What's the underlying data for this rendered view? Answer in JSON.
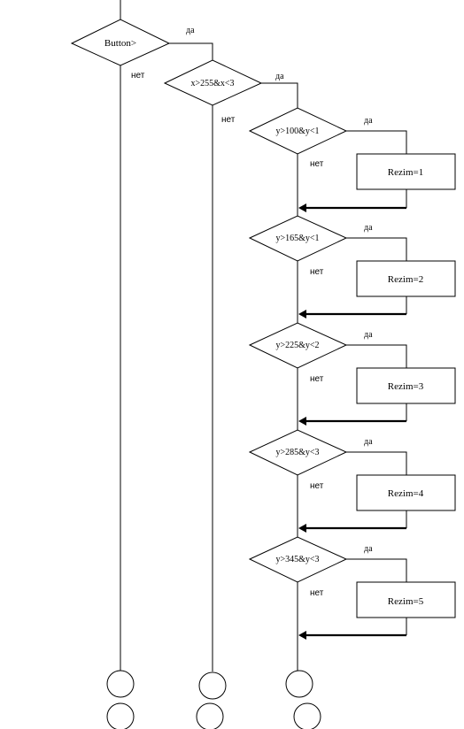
{
  "decisions": [
    {
      "label": "Button>"
    },
    {
      "label": "x>255&x<3"
    },
    {
      "label": "y>100&y<1"
    },
    {
      "label": "y>165&y<1"
    },
    {
      "label": "y>225&y<2"
    },
    {
      "label": "y>285&y<3"
    },
    {
      "label": "y>345&y<3"
    }
  ],
  "processes": [
    {
      "label": "Rezim=1"
    },
    {
      "label": "Rezim=2"
    },
    {
      "label": "Rezim=3"
    },
    {
      "label": "Rezim=4"
    },
    {
      "label": "Rezim=5"
    }
  ],
  "branch_yes": "да",
  "branch_no": "нет"
}
